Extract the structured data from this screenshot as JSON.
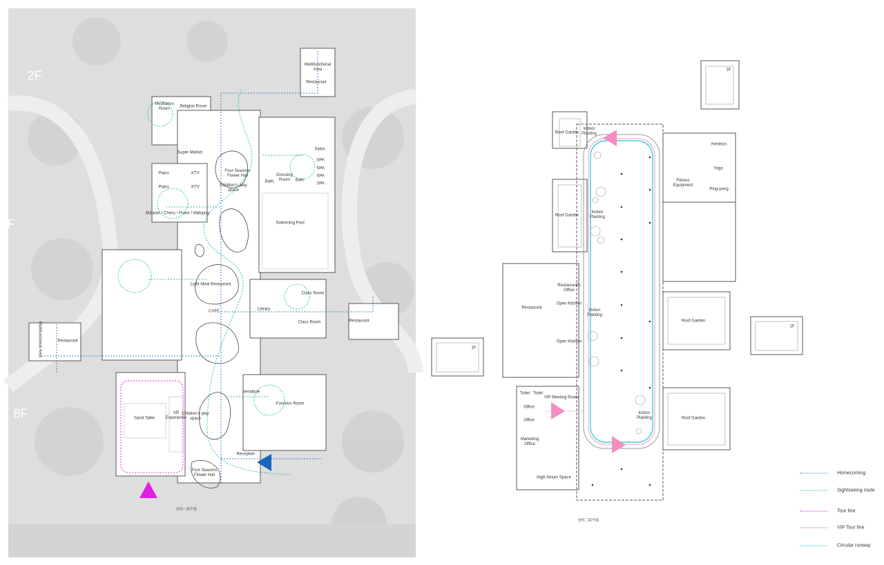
{
  "floor_labels": {
    "f2": "2F",
    "f1": "F",
    "f8": "8F"
  },
  "ground_floor": {
    "caption": "会所一层平面",
    "rooms": {
      "multifunctional_area_top": "Multifunctional Area",
      "restaurant_top": "Restaurant",
      "meditation_room": "Meditation Room",
      "religion_room": "Religion Room",
      "super_market": "Super Market",
      "piano_1": "Piano",
      "piano_2": "Piano",
      "ktv_1": "KTV",
      "ktv_2": "KTV",
      "billiards": "Billiards / Chess / Poker / Mahjong",
      "four_seasons_top": "Four Seasons Flower Hall",
      "childrens_play_top": "Children's play space",
      "salon": "Salon",
      "spa_1": "SPA",
      "spa_2": "SPA",
      "spa_3": "SPA",
      "spa_4": "SPA",
      "bath_1": "Bath",
      "dressing_room": "Dressing Room",
      "bath_2": "Bath",
      "swimming_pool": "Swimming Pool",
      "light_meal": "Light Meal Restaurant",
      "cafe": "CAFE",
      "library": "Library",
      "class_room_1": "Class Room",
      "class_room_2": "Class Room",
      "restaurant_right": "Restaurant",
      "restaurant_left": "Restaurant",
      "multifunctional_area_left": "Multifunctional Area",
      "vestibule": "Vestibule",
      "function_room": "Function Room",
      "sand_table": "Sand Table",
      "vr_experience": "VR Experience",
      "childrens_play_bottom": "Children's play space",
      "reception": "Reception",
      "four_seasons_bottom": "Four Seasons Flower Hall"
    }
  },
  "second_floor": {
    "caption": "会所二层平面",
    "rooms": {
      "one_f_top": "1F",
      "one_f_left": "1F",
      "one_f_right": "1F",
      "roof_garden_1": "Roof Garden",
      "indoor_planting_1": "Indoor Planting",
      "roof_garden_2": "Roof Garden",
      "indoor_planting_2": "Indoor Planting",
      "aerobics": "Aerobics",
      "yoga": "Yoga",
      "ping_pong": "Ping-pong",
      "fitness_equipment": "Fitness Equipment",
      "restaurant": "Restaurant",
      "restaurants_office": "Restaurant's Office",
      "open_kitchen_1": "Open Kitchen",
      "open_kitchen_2": "Open Kitchen",
      "indoor_planting_3": "Indoor Planting",
      "roof_garden_3": "Roof Garden",
      "roof_garden_4": "Roof Garden",
      "toilet_1": "Toilet",
      "toilet_2": "Toilet",
      "vip_meeting_room": "VIP Meeting Room",
      "office_1": "Office",
      "office_2": "Office",
      "marketing_office": "Marketing Office",
      "high_atrium_space": "High Atrium Space",
      "indoor_planting_4": "Indoor Planting"
    }
  },
  "legend": [
    {
      "label": "Homecoming",
      "color": "#3a7fc6"
    },
    {
      "label": "Sightseeing route",
      "color": "#2cc39c"
    },
    {
      "label": "Tour line",
      "color": "#e020e0"
    },
    {
      "label": "VIP Tour line",
      "color": "#f2a6c8"
    },
    {
      "label": "Circular runway",
      "color": "#22c6d0"
    }
  ],
  "colors": {
    "homecoming": "#3a7fc6",
    "sightseeing": "#2cc39c",
    "tour": "#e020e0",
    "vip_tour": "#f29ac8",
    "runway": "#22c6d0",
    "site_bg": "#dcdcdc"
  }
}
